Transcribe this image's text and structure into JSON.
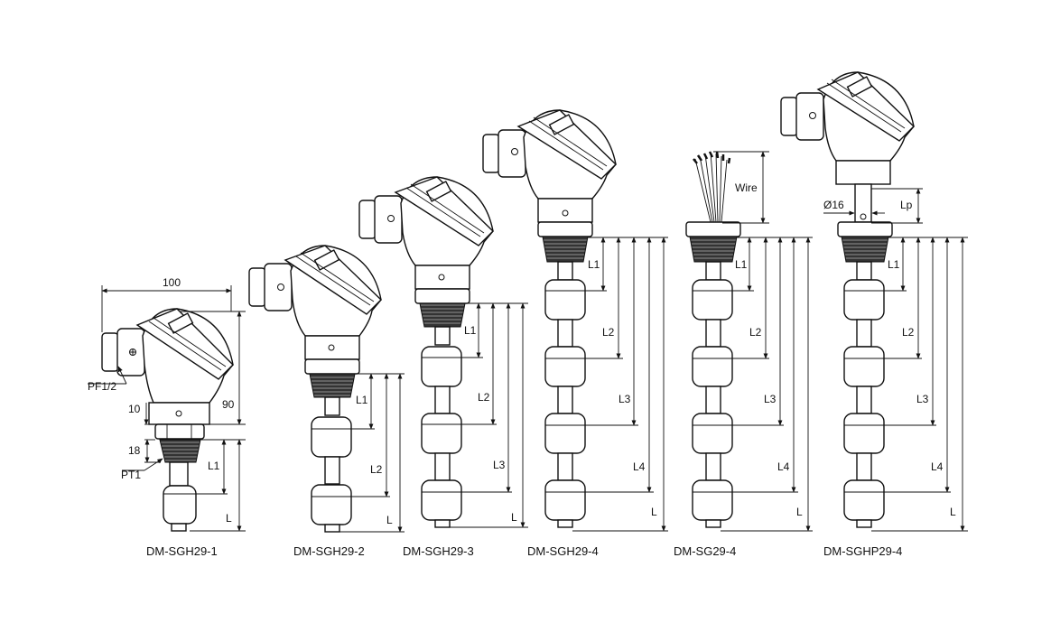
{
  "models": [
    {
      "name": "DM-SGH29-1"
    },
    {
      "name": "DM-SGH29-2"
    },
    {
      "name": "DM-SGH29-3"
    },
    {
      "name": "DM-SGH29-4"
    },
    {
      "name": "DM-SG29-4"
    },
    {
      "name": "DM-SGHP29-4"
    }
  ],
  "dimensions": {
    "width_100": "100",
    "height_90": "90",
    "gap_10": "10",
    "thread_18": "18",
    "pf": "PF1/2",
    "pt": "PT1",
    "wire": "Wire",
    "dia": "Ø16",
    "lp": "Lp",
    "L": "L",
    "L1": "L1",
    "L2": "L2",
    "L3": "L3",
    "L4": "L4"
  }
}
